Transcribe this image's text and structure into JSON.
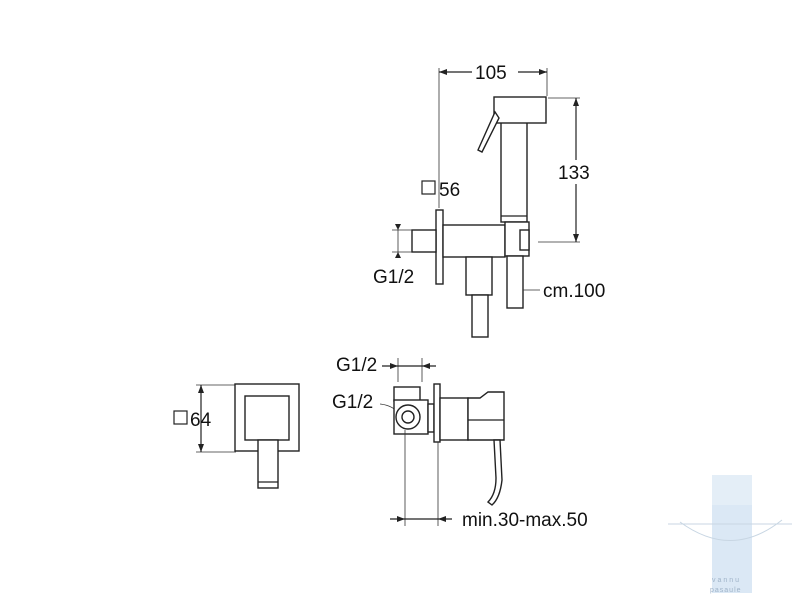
{
  "dimensions": {
    "width_105": "105",
    "height_133": "133",
    "plate_56": "56",
    "thread_top": "G1/2",
    "hose_length": "cm.100",
    "thread_front_a": "G1/2",
    "thread_front_b": "G1/2",
    "plate_64": "64",
    "wall_depth": "min.30-max.50"
  },
  "watermark": {
    "text_line1": "vannu",
    "text_line2": "pasaule",
    "color": "#c9dcef"
  },
  "colors": {
    "line": "#222222",
    "background": "#ffffff"
  }
}
